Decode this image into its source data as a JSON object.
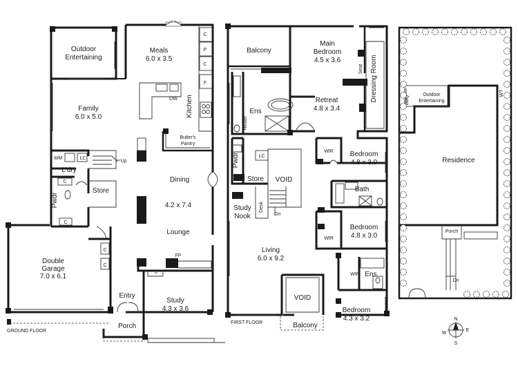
{
  "ground_floor": {
    "caption": "GROUND FLOOR",
    "rooms": {
      "outdoor": {
        "name": "Outdoor Entertaining",
        "line1": "Outdoor",
        "line2": "Entertaining"
      },
      "meals": {
        "name": "Meals",
        "size": "6.0 x 3.5"
      },
      "family": {
        "name": "Family",
        "size": "6.0 x 5.0"
      },
      "kitchen": {
        "name": "Kitchen"
      },
      "butlers": {
        "line1": "Butler's",
        "line2": "Pantry"
      },
      "laundry": {
        "name": "L'dry"
      },
      "store": {
        "name": "Store"
      },
      "powder": {
        "name": "Pwdr"
      },
      "dining": {
        "name": "Dining"
      },
      "lounge_size": {
        "size": "4.2 x 7.4"
      },
      "lounge": {
        "name": "Lounge"
      },
      "garage": {
        "name": "Double Garage",
        "line1": "Double",
        "line2": "Garage",
        "size": "7.0 x 6.1"
      },
      "entry": {
        "name": "Entry"
      },
      "study": {
        "name": "Study",
        "size": "4.3 x 3.6"
      },
      "porch": {
        "name": "Porch"
      }
    },
    "labels": {
      "c": "C",
      "p": "P",
      "f": "F",
      "dw": "DW",
      "wm": "WM",
      "lc": "LC",
      "up": "Up",
      "fp": "FP"
    }
  },
  "first_floor": {
    "caption": "FIRST FLOOR",
    "rooms": {
      "balcony_top": {
        "name": "Balcony"
      },
      "main_bed": {
        "line1": "Main",
        "line2": "Bedroom",
        "size": "4.5 x 3.6"
      },
      "dressing": {
        "name": "Dressing Room"
      },
      "seat": {
        "name": "Seat"
      },
      "retreat": {
        "name": "Retreat",
        "size": "4.8 x 3.4"
      },
      "ens_top": {
        "name": "Ens"
      },
      "heater": {
        "name": "Heater"
      },
      "wir1": {
        "name": "WIR"
      },
      "bed2": {
        "name": "Bedroom",
        "size": "4.8 x 3.0"
      },
      "pwdr": {
        "name": "Pwdr"
      },
      "lc": {
        "name": "LC"
      },
      "store": {
        "name": "Store"
      },
      "void_top": {
        "name": "VOID"
      },
      "bath": {
        "name": "Bath"
      },
      "study_nook": {
        "line1": "Study",
        "line2": "Nook"
      },
      "desk": {
        "name": "Desk"
      },
      "dn": {
        "name": "Dn"
      },
      "wir2": {
        "name": "WIR"
      },
      "bed3": {
        "name": "Bedroom",
        "size": "4.8 x 3.0"
      },
      "living": {
        "name": "Living",
        "size": "6.0 x 9.2"
      },
      "wir3": {
        "name": "WIR"
      },
      "ens_bot": {
        "name": "Ens"
      },
      "void_bot": {
        "name": "VOID"
      },
      "bed4": {
        "name": "Bedroom",
        "size": "4.3 x 3.2"
      },
      "balcony_bot": {
        "name": "Balcony"
      }
    }
  },
  "site_plan": {
    "residence": "Residence",
    "bbq": "BBQ",
    "outdoor_line1": "Outdoor",
    "outdoor_line2": "Entertaining",
    "wt": "WT",
    "porch": "Porch",
    "dn": "Dn"
  },
  "compass": {
    "n": "N",
    "e": "E",
    "s": "S",
    "w": "W"
  }
}
